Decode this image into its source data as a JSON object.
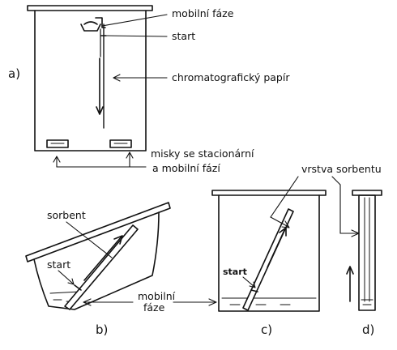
{
  "diagram": {
    "panel_labels": {
      "a": "a)",
      "b": "b)",
      "c": "c)",
      "d": "d)"
    },
    "labels": {
      "mobile_phase_top": "mobilní fáze",
      "start_a": "start",
      "chrom_paper": "chromatografický papír",
      "dishes_line1": "misky se stacionární",
      "dishes_line2": "a mobilní fází",
      "sorbent_layer": "vrstva sorbentu",
      "sorbent_b": "sorbent",
      "start_b": "start",
      "mobile_phase_bottom_1": "mobilní",
      "mobile_phase_bottom_2": "fáze",
      "start_c": "start"
    }
  }
}
